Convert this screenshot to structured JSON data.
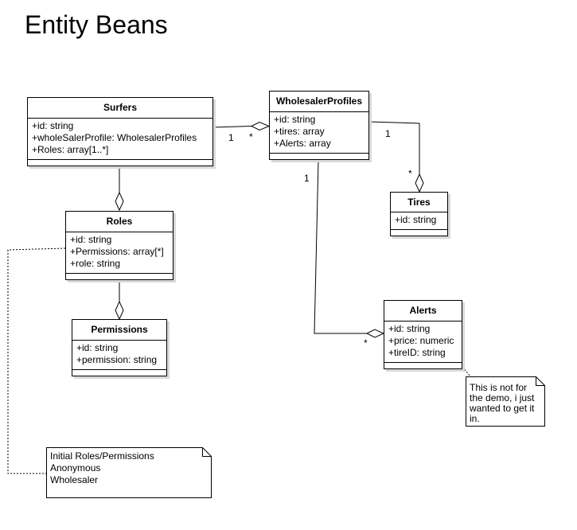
{
  "title": "Entity Beans",
  "classes": {
    "surfers": {
      "name": "Surfers",
      "attrs": [
        "+id: string",
        "+wholeSalerProfile: WholesalerProfiles",
        "+Roles: array[1..*]"
      ]
    },
    "wholesalerprofiles": {
      "name": "WholesalerProfiles",
      "attrs": [
        "+id: string",
        "+tires: array",
        "+Alerts: array"
      ]
    },
    "tires": {
      "name": "Tires",
      "attrs": [
        "+id: string"
      ]
    },
    "roles": {
      "name": "Roles",
      "attrs": [
        "+id: string",
        "+Permissions: array[*]",
        "+role: string"
      ]
    },
    "permissions": {
      "name": "Permissions",
      "attrs": [
        "+id: string",
        "+permission: string"
      ]
    },
    "alerts": {
      "name": "Alerts",
      "attrs": [
        "+id: string",
        "+price: numeric",
        "+tireID: string"
      ]
    }
  },
  "notes": {
    "roles_note": [
      "Initial Roles/Permissions",
      "Anonymous",
      "Wholesaler"
    ],
    "alerts_note": [
      "This is not for",
      "the demo, i just",
      "wanted to get it",
      "in."
    ]
  },
  "multiplicities": {
    "surfers_wp_one": "1",
    "surfers_wp_many": "*",
    "wp_tires_one": "1",
    "wp_tires_many": "*",
    "wp_alerts_one": "1",
    "wp_alerts_many": "*"
  }
}
